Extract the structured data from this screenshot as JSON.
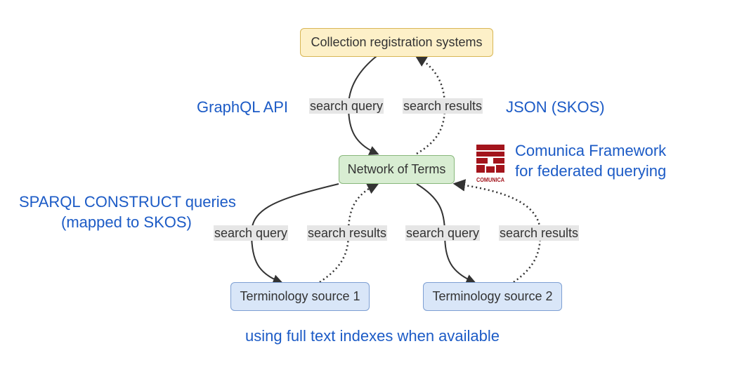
{
  "colors": {
    "accent_text": "#1c5bc6",
    "edge": "#333333",
    "label_bg": "#e6e6e6",
    "top_fill": "#fdf0c8",
    "top_border": "#d8b655",
    "mid_fill": "#d8edd2",
    "mid_border": "#89b87c",
    "src_fill": "#d9e6f8",
    "src_border": "#7d9fd3",
    "logo_red": "#a3141c"
  },
  "nodes": {
    "registration": "Collection registration systems",
    "network": "Network of Terms",
    "source1": "Terminology source 1",
    "source2": "Terminology source 2"
  },
  "edge_labels": {
    "top_query": "search query",
    "top_results": "search results",
    "left_query": "search query",
    "left_results": "search results",
    "right_query": "search query",
    "right_results": "search results"
  },
  "annotations": {
    "graphql": "GraphQL API",
    "json": "JSON (SKOS)",
    "comunica_line1": "Comunica Framework",
    "comunica_line2": "for federated querying",
    "sparql_line1": "SPARQL CONSTRUCT queries",
    "sparql_line2": "(mapped to SKOS)",
    "fulltext": "using full text indexes when available"
  },
  "logo": {
    "name": "comunica-logo-icon",
    "text": "COMUNICA"
  }
}
